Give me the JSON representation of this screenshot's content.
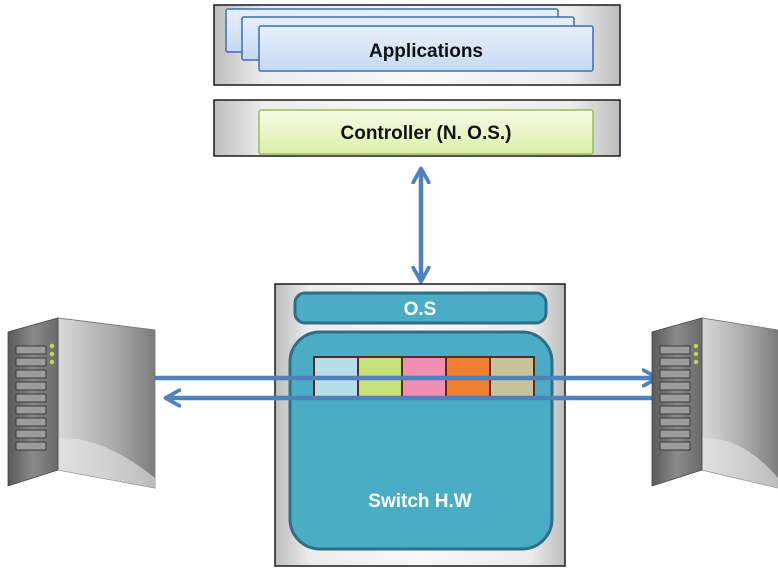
{
  "applications": {
    "label": "Applications"
  },
  "controller": {
    "label": "Controller (N. O.S.)"
  },
  "switch": {
    "os_label": "O.S",
    "hw_label": "Switch H.W",
    "flow_table_colors": [
      "#b7dde8",
      "#c3e07a",
      "#f18fb3",
      "#f08030",
      "#c8c29a"
    ]
  },
  "colors": {
    "arrow": "#4f81bd",
    "switch_blue": "#4bacc6",
    "controller_green": "#ebf5c8"
  }
}
